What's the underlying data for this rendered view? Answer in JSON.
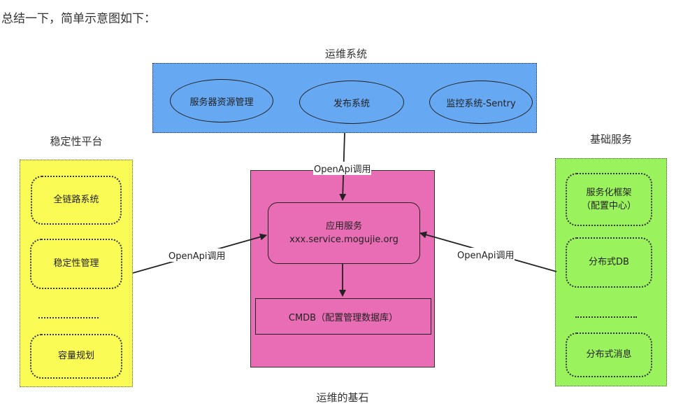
{
  "intro": "总结一下，简单示意图如下：",
  "ops": {
    "title": "运维系统",
    "items": [
      "服务器资源管理",
      "发布系统",
      "监控系统-Sentry"
    ]
  },
  "stability": {
    "title": "稳定性平台",
    "items": [
      "全链路系统",
      "稳定性管理",
      "容量规划"
    ]
  },
  "base_services": {
    "title": "基础服务",
    "item1_line1": "服务化框架",
    "item1_line2": "（配置中心）",
    "item2": "分布式DB",
    "item3": "分布式消息"
  },
  "foundation": {
    "title": "运维的基石",
    "app_line1": "应用服务",
    "app_line2": "xxx.service.mogujie.org",
    "cmdb": "CMDB（配置管理数据库）"
  },
  "edge_label": "OpenApi调用"
}
